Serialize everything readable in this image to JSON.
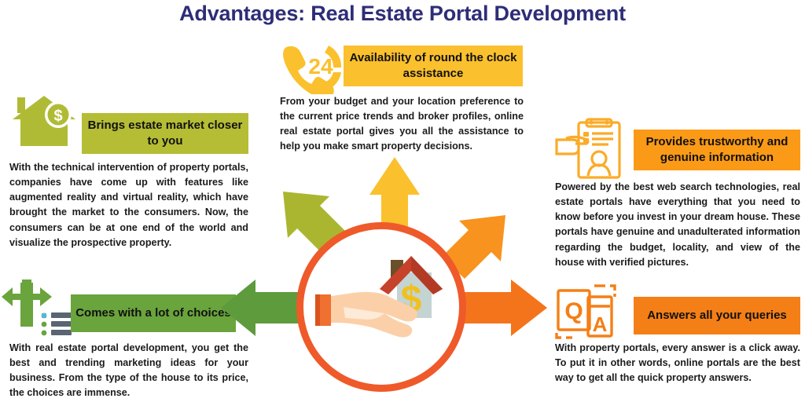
{
  "page": {
    "title": "Advantages: Real Estate Portal Development",
    "title_color": "#2e2d77",
    "background": "#ffffff"
  },
  "center": {
    "icon": "hand-holding-house-with-dollar-icon",
    "ring_color": "#ef5a2a",
    "house_roof_color": "#c7422a",
    "house_wall_color": "#c3d4d2",
    "dollar_color": "#f0c020",
    "hand_color": "#fbd0a8",
    "cuff_color": "#ef7030"
  },
  "arrows": [
    {
      "name": "arrow-up",
      "direction": "up",
      "color": "#fbc02d",
      "target": "round-the-clock"
    },
    {
      "name": "arrow-up-left",
      "direction": "up-left",
      "color": "#aab62f",
      "target": "brings-estate-market"
    },
    {
      "name": "arrow-up-right",
      "direction": "up-right",
      "color": "#f7931e",
      "target": "provides-trustworthy"
    },
    {
      "name": "arrow-left",
      "direction": "left",
      "color": "#5d9b3c",
      "target": "comes-with-choices"
    },
    {
      "name": "arrow-right",
      "direction": "right",
      "color": "#f4741c",
      "target": "answers-queries"
    }
  ],
  "cards": [
    {
      "id": "brings-estate-market",
      "heading": "Brings estate market closer to you",
      "body": "With the technical intervention of property portals, companies have come up with features like augmented reality and virtual reality, which have brought the market to the consumers. Now, the consumers can be at one end of the world and visualize the prospective property.",
      "bar_color": "#b5bd35",
      "icon": "house-with-dollar-coin-icon",
      "icon_color": "#b0bb35"
    },
    {
      "id": "round-the-clock",
      "heading": "Availability of round the clock assistance",
      "body": "From your budget and your location preference to the current price trends and broker profiles, online real estate portal gives you all the assistance to help you make smart property decisions.",
      "bar_color": "#fbc02d",
      "icon": "phone-24-hour-support-icon",
      "icon_color": "#fbc02d"
    },
    {
      "id": "provides-trustworthy",
      "heading": "Provides trustworthy and genuine information",
      "body": "Powered by the best web search technologies, real estate portals have everything that you need to know before you invest in your dream house. These portals have genuine and unadulterated information regarding the budget, locality, and view of the house with verified pictures.",
      "bar_color": "#fb9a16",
      "icon": "clipboard-profile-hand-icon",
      "icon_color": "#fbab28"
    },
    {
      "id": "comes-with-choices",
      "heading": "Comes with a lot of choices",
      "body": "With real estate portal development, you get the best and trending marketing ideas for your business. From the type of the house to its price, the choices are immense.",
      "bar_color": "#6aa43c",
      "icon": "three-way-arrow-list-icon",
      "icon_color": "#6aa43c"
    },
    {
      "id": "answers-queries",
      "heading": "Answers all your queries",
      "body": "With property portals, every answer is a click away. To put it in other words, online portals are the best way to get all the quick property answers.",
      "bar_color": "#f47f16",
      "icon": "question-answer-cards-icon",
      "icon_color": "#f47f16"
    }
  ]
}
